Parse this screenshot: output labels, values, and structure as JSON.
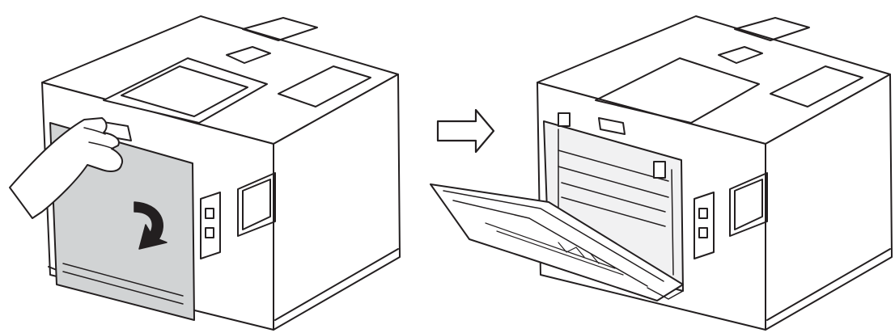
{
  "steps": [
    {
      "state": "closed",
      "elements": [
        "printer-body",
        "back-cover",
        "hand",
        "open-direction-arrow"
      ]
    },
    {
      "state": "open",
      "elements": [
        "printer-body",
        "back-cover-open",
        "fuser-unit"
      ]
    }
  ],
  "transition": {
    "icon": "right-arrow-icon"
  },
  "colors": {
    "outline": "#231f20",
    "cover_fill": "#d1d3d4",
    "body_fill": "#ffffff",
    "interior_fill": "#f1f1f2"
  }
}
